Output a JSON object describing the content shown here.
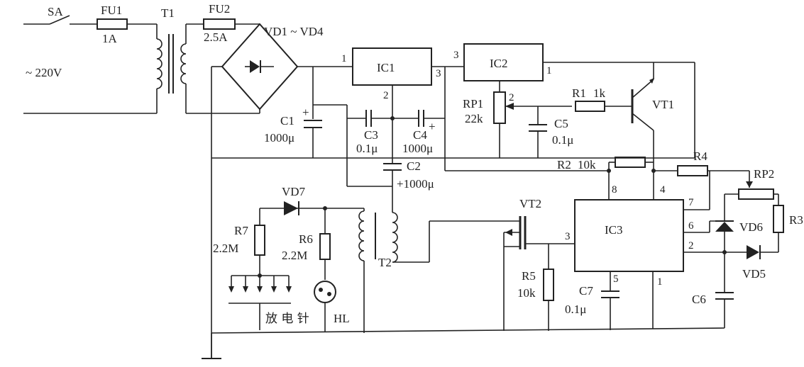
{
  "labels": {
    "sa": "SA",
    "fu1": "FU1",
    "fu1_value": "1A",
    "t1": "T1",
    "fu2": "FU2",
    "fu2_value": "2.5A",
    "bridge": "VD1 ~ VD4",
    "mains": "~ 220V",
    "c1": "C1",
    "c1_value": "1000μ",
    "ic1": "IC1",
    "ic2": "IC2",
    "c3": "C3",
    "c3_value": "0.1μ",
    "c4": "C4",
    "c4_value": "1000μ",
    "rp1": "RP1",
    "rp1_value": "22k",
    "r1": "R1",
    "r1_value": "1k",
    "vt1": "VT1",
    "c5": "C5",
    "c5_value": "0.1μ",
    "c2": "C2",
    "c2_value": "+1000μ",
    "r2": "R2",
    "r2_value": "10k",
    "r4": "R4",
    "rp2": "RP2",
    "vd7": "VD7",
    "r7": "R7",
    "r7_value": "2.2M",
    "r6": "R6",
    "r6_value": "2.2M",
    "t2": "T2",
    "vt2": "VT2",
    "ic3": "IC3",
    "vd6": "VD6",
    "vd5": "VD5",
    "r3": "R3",
    "r5": "R5",
    "r5_value": "10k",
    "c7": "C7",
    "c7_value": "0.1μ",
    "c6": "C6",
    "discharge_needle": "放 电 针",
    "hl": "HL"
  },
  "pins": {
    "ic1_in": "1",
    "ic1_gnd": "2",
    "ic1_out": "3",
    "ic2_in": "3",
    "ic2_out": "1",
    "ic2_adj": "2",
    "ic3_pin8": "8",
    "ic3_pin4": "4",
    "ic3_pin7": "7",
    "ic3_pin6": "6",
    "ic3_pin2": "2",
    "ic3_pin3": "3",
    "ic3_pin5": "5",
    "ic3_pin1": "1"
  },
  "polarity": {
    "plus": "+"
  }
}
